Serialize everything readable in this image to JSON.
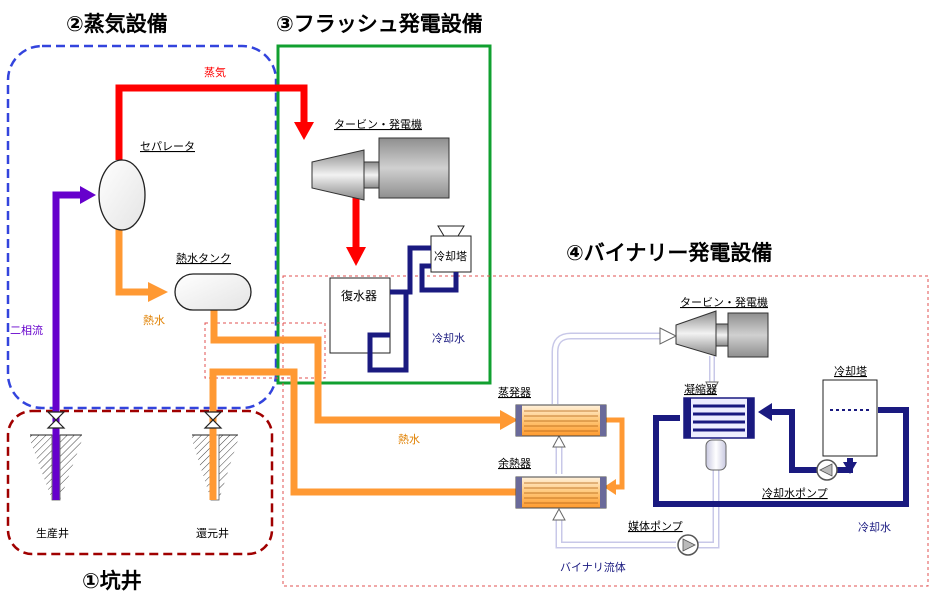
{
  "sections": {
    "well": "①坑井",
    "steam": "②蒸気設備",
    "flash": "③フラッシュ発電設備",
    "binary": "④バイナリー発電設備"
  },
  "labels": {
    "steam_flow": "蒸気",
    "separator": "セパレータ",
    "hot_water_tank": "熱水タンク",
    "hot_water_1": "熱水",
    "two_phase": "二相流",
    "production_well": "生産井",
    "reinjection_well": "還元井",
    "turbine_generator_flash": "タービン・発電機",
    "condenser_flash": "復水器",
    "cooling_tower_flash": "冷却塔",
    "cooling_water_flash": "冷却水",
    "turbine_generator_binary": "タービン・発電機",
    "evaporator": "蒸発器",
    "hot_water_2": "熱水",
    "preheater": "余熱器",
    "condenser_binary": "凝縮器",
    "cooling_tower_binary": "冷却塔",
    "cooling_water_pump": "冷却水ポンプ",
    "cooling_water_binary": "冷却水",
    "medium_pump": "媒体ポンプ",
    "binary_fluid": "バイナリ流体"
  },
  "colors": {
    "steam": "#ff0000",
    "hot_water": "#ff9933",
    "two_phase": "#6600cc",
    "cooling_water": "#1a1a80",
    "binary_fluid": "#c8c8e8",
    "well_box": "#a00000",
    "steam_box": "#3344dd",
    "flash_box": "#11a030",
    "binary_box": "#e05050"
  }
}
